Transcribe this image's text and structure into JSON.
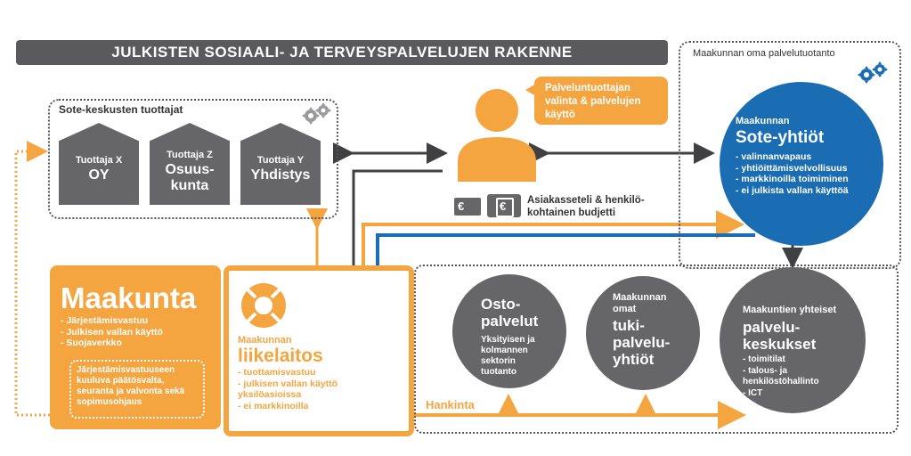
{
  "title": "JULKISTEN SOSIAALI- JA TERVEYSPALVELUJEN RAKENNE",
  "own_production": {
    "label": "Maakunnan oma palvelutuotanto"
  },
  "producers": {
    "label": "Sote-keskusten tuottajat",
    "items": [
      {
        "small": "Tuottaja X",
        "big": "OY"
      },
      {
        "small": "Tuottaja Z",
        "big": "Osuus-\nkunta"
      },
      {
        "small": "Tuottaja Y",
        "big": "Yhdistys"
      }
    ]
  },
  "provider_choice": {
    "text": "Palveluntuottajan valinta & palvelujen käyttö"
  },
  "voucher": {
    "text": "Asiakasseteli & henkilö-\nkohtainen budjetti",
    "symbol": "€"
  },
  "sote_companies": {
    "small": "Maakunnan",
    "big": "Sote-yhtiöt",
    "bullets": [
      "valinnanvapaus",
      "yhtiöittämisvelvollisuus",
      "markkinoilla toimiminen",
      "ei julkista vallan käyttöä"
    ]
  },
  "maakunta": {
    "title": "Maakunta",
    "bullets": [
      "Järjestämisvastuu",
      "Julkisen vallan käyttö",
      "Suojaverkko"
    ],
    "note": "Järjestämisvastuuseen kuuluva päätösvalta, seuranta ja valvonta sekä sopimusohjaus"
  },
  "liikelaitos": {
    "small": "Maakunnan",
    "big": "liikelaitos",
    "bullets": [
      "tuottamisvastuu",
      "julkisen vallan käyttö yksilöasioissa",
      "ei markkinoilla"
    ]
  },
  "ostopalvelut": {
    "big": "Osto-\npalvelut",
    "small": "Yksityisen ja kolmannen sektorin tuotanto"
  },
  "tukipalvelu": {
    "small": "Maakunnan omat",
    "big": "tuki-\npalvelu-\nyhtiöt"
  },
  "keskukset": {
    "small": "Maakuntien yhteiset",
    "big": "palvelu-\nkeskukset",
    "bullets": [
      "toimitilat",
      "talous- ja henkilöstöhallinto",
      "ICT"
    ]
  },
  "hankinta": {
    "label": "Hankinta"
  },
  "colors": {
    "orange": "#f5a540",
    "blue": "#1b6db3",
    "gray": "#666668",
    "dark": "#4a4a4c"
  }
}
